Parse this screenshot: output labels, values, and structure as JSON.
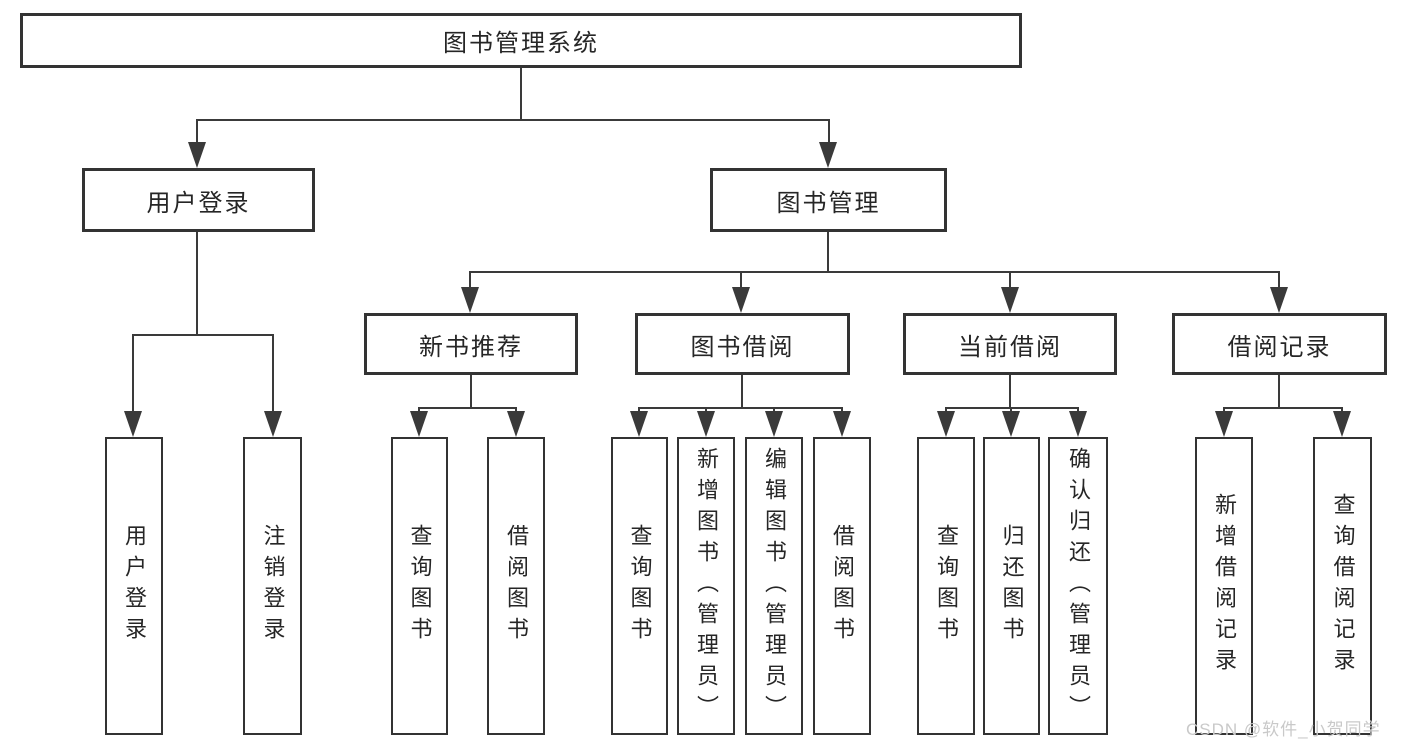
{
  "colors": {
    "line": "#3a3a3a",
    "border": "#333333",
    "bg": "#ffffff",
    "text": "#262626",
    "watermark": "#c9c9c9"
  },
  "nodes": {
    "root": "图书管理系统",
    "login": "用户登录",
    "mgmt": "图书管理",
    "login_children": {
      "user_login": "用户登录",
      "logout": "注销登录"
    },
    "recommend": "新书推荐",
    "borrow": "图书借阅",
    "current": "当前借阅",
    "records": "借阅记录",
    "recommend_children": {
      "query": "查询图书",
      "borrow": "借阅图书"
    },
    "borrow_children": {
      "query": "查询图书",
      "add": "新增图书（管理员）",
      "edit": "编辑图书（管理员）",
      "borrow": "借阅图书"
    },
    "current_children": {
      "query": "查询图书",
      "return": "归还图书",
      "confirm": "确认归还（管理员）"
    },
    "records_children": {
      "add": "新增借阅记录",
      "query": "查询借阅记录"
    }
  },
  "watermark": "CSDN @软件_小贺同学"
}
